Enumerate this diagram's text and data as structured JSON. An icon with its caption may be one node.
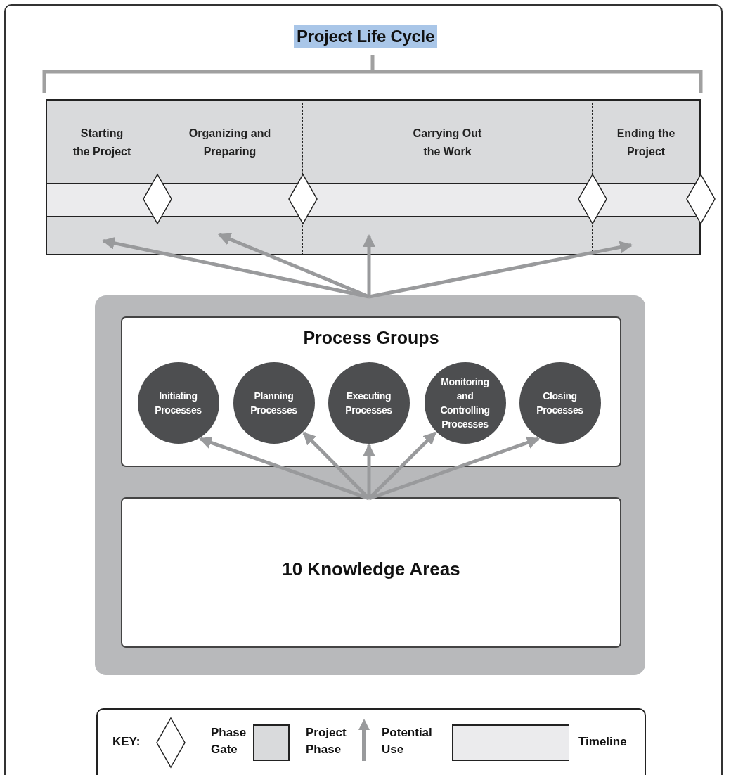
{
  "diagram": {
    "title": "Project Life Cycle",
    "nodes": [
      {
        "text": [
          "Starting the Project"
        ]
      },
      {
        "text": [
          "Organizing and Preparing"
        ]
      },
      {
        "text": [
          "Carrying Out the Work"
        ]
      },
      {
        "text": [
          "Ending the Project"
        ]
      },
      {
        "text": [],
        "shape": "diamond"
      },
      {
        "text": [],
        "shape": "diamond"
      },
      {
        "text": [],
        "shape": "diamond"
      },
      {
        "text": [],
        "shape": "diamond"
      },
      {
        "text": [],
        "shape": "box"
      },
      {
        "text": [
          "Process Groups"
        ],
        "in": 8
      },
      {
        "text": [
          "Initiating Processes"
        ],
        "in": 9
      },
      {
        "text": [
          "Planning Processes"
        ],
        "in": 9
      },
      {
        "text": [
          "Executing Processes"
        ],
        "in": 9
      },
      {
        "text": [
          "Monitoring and Controlling Processes"
        ],
        "in": 9
      },
      {
        "text": [
          "Closing Processes"
        ],
        "in": 9
      },
      {
        "text": [
          "10 Knowledge Areas"
        ],
        "in": 8
      }
    ],
    "edges": [
      {
        "from": 8,
        "to": 0,
        "arrow": "to"
      },
      {
        "from": 8,
        "to": 1,
        "arrow": "to"
      },
      {
        "from": 8,
        "to": 2,
        "arrow": "to"
      },
      {
        "from": 8,
        "to": 3,
        "arrow": "to"
      },
      {
        "from": 15,
        "to": 10,
        "arrow": "to"
      },
      {
        "from": 15,
        "to": 11,
        "arrow": "to"
      },
      {
        "from": 15,
        "to": 12,
        "arrow": "to"
      },
      {
        "from": 15,
        "to": 13,
        "arrow": "to"
      },
      {
        "from": 15,
        "to": 14,
        "arrow": "to"
      }
    ],
    "labels": [
      "KEY:"
    ],
    "legend": [
      {
        "text": "Phase Gate"
      },
      {
        "text": "Project Phase",
        "color": "#d9dadc"
      },
      {
        "text": "Potential Use"
      },
      {
        "text": "Timeline",
        "color": "#ebebed"
      }
    ]
  }
}
